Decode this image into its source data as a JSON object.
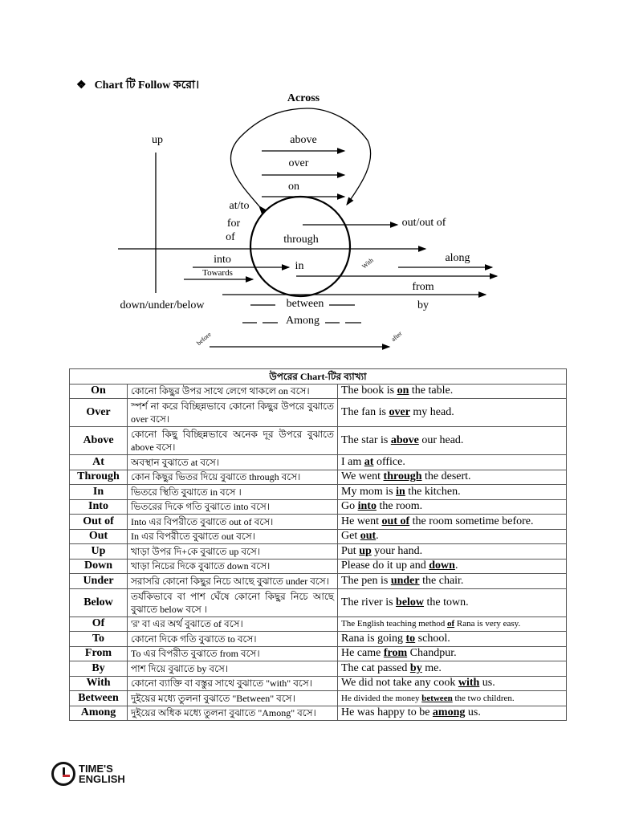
{
  "heading": {
    "bullet": "❖",
    "text": "Chart টি Follow করো।"
  },
  "diagram": {
    "across": "Across",
    "up": "up",
    "above": "above",
    "over": "over",
    "on": "on",
    "at_to": "at/to",
    "for": "for",
    "of": "of",
    "through": "through",
    "out_of": "out/out of",
    "into": "into",
    "in": "in",
    "towards": "Towards",
    "with": "With",
    "along": "along",
    "from": "from",
    "by": "by",
    "down": "down/under/below",
    "between": "between",
    "among": "Among",
    "before": "before",
    "after": "after"
  },
  "table": {
    "title": "উপরের Chart-টির ব্যাখ্যা",
    "rows": [
      {
        "word": "On",
        "bn": "কোনো কিছুর উপর সাথে লেগে থাকলে on বসে।",
        "pre": "The book is ",
        "kw": "on",
        "post": " the table."
      },
      {
        "word": "Over",
        "bn": "স্পর্শ না করে বিচ্ছিন্নভাবে কোনো কিছুর উপরে বুঝাতে over বসে।",
        "pre": "The fan is ",
        "kw": "over",
        "post": " my head."
      },
      {
        "word": "Above",
        "bn": "কোনো কিছু বিচ্ছিন্নভাবে অনেক দূর উপরে বুঝাতে above বসে।",
        "pre": "The star is ",
        "kw": "above",
        "post": " our head."
      },
      {
        "word": "At",
        "bn": "অবস্থান বুঝাতে at বসে।",
        "pre": "I am ",
        "kw": "at",
        "post": " office."
      },
      {
        "word": "Through",
        "bn": "কোন কিছুর ভিতর দিয়ে বুঝাতে through বসে।",
        "pre": "We went ",
        "kw": "through",
        "post": " the desert."
      },
      {
        "word": "In",
        "bn": "ভিতরে স্থিতি বুঝাতে in বসে ।",
        "pre": "My mom is ",
        "kw": "in",
        "post": " the kitchen."
      },
      {
        "word": "Into",
        "bn": "ভিতরের দিকে গতি বুঝাতে into বসে।",
        "pre": "Go ",
        "kw": "into",
        "post": " the room."
      },
      {
        "word": "Out of",
        "bn": "Into এর বিপরীতে বুঝাতে out of বসে।",
        "pre": "He went ",
        "kw": "out of",
        "post": " the room sometime before."
      },
      {
        "word": "Out",
        "bn": "In এর বিপরীতে বুঝাতে out বসে।",
        "pre": "Get ",
        "kw": "out",
        "post": "."
      },
      {
        "word": "Up",
        "bn": "খাড়া উপর দি+কে বুঝাতে up বসে।",
        "pre": "Put ",
        "kw": "up",
        "post": " your hand."
      },
      {
        "word": "Down",
        "bn": "খাড়া নিচের দিকে বুঝাতে down বসে।",
        "pre": "Please do it up and ",
        "kw": "down",
        "post": "."
      },
      {
        "word": "Under",
        "bn": "সরাসরি কোনো কিছুর নিচে আছে বুঝাতে under বসে।",
        "pre": "The pen is ",
        "kw": "under",
        "post": " the chair."
      },
      {
        "word": "Below",
        "bn": "তর্যকিভাবে বা পাশ ঘেঁষে কোনো কিছুর নিচে আছে বুঝাতে below বসে ।",
        "pre": "The river is ",
        "kw": "below",
        "post": " the town."
      },
      {
        "word": "Of",
        "bn": "'র' বা এর অর্থ বুঝাতে of বসে।",
        "pre": "The English teaching method ",
        "kw": "of",
        "post": " Rana is very easy."
      },
      {
        "word": "To",
        "bn": "কোনো দিকে গতি বুঝাতে to বসে।",
        "pre": "Rana is going ",
        "kw": "to",
        "post": " school."
      },
      {
        "word": "From",
        "bn": "To এর বিপরীত বুঝাতে from বসে।",
        "pre": "He came ",
        "kw": "from",
        "post": " Chandpur."
      },
      {
        "word": "By",
        "bn": "পাশ দিয়ে বুঝাতে by বসে।",
        "pre": "The cat passed ",
        "kw": "by",
        "post": " me."
      },
      {
        "word": "With",
        "bn": "কোনো ব্যাক্তি বা বস্তুর সাথে বুঝাতে \"with\" বসে।",
        "pre": "We did not take any cook ",
        "kw": "with",
        "post": " us."
      },
      {
        "word": "Between",
        "bn": "দুইয়ের মধ্যে তুলনা বুঝাতে \"Between\" বসে।",
        "pre": "He divided the money ",
        "kw": "between",
        "post": " the two children."
      },
      {
        "word": "Among",
        "bn": "দুইয়ের অধিক মধ্যে তুলনা বুঝাতে \"Among\" বসে।",
        "pre": "He was happy to be ",
        "kw": "among",
        "post": " us."
      }
    ]
  },
  "logo": {
    "line1": "TIME'S",
    "line2": "ENGLISH"
  }
}
